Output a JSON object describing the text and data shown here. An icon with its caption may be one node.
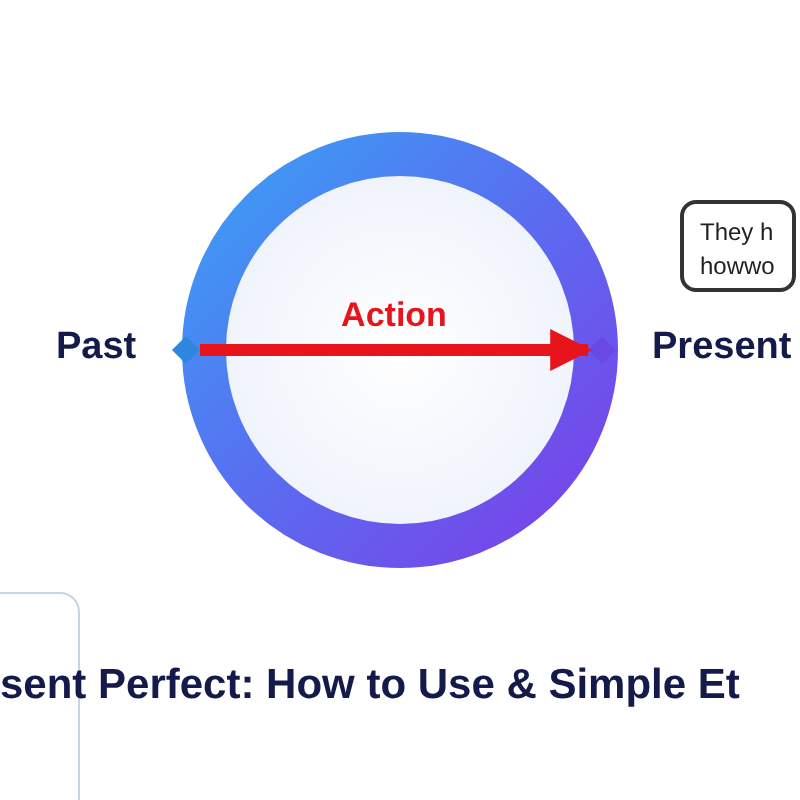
{
  "diagram": {
    "title": "sent Perfect: How to Use & Simple Et",
    "nodes": [
      {
        "text": [],
        "shape": "diamond"
      },
      {
        "text": [],
        "shape": "diamond"
      },
      {
        "text": [
          "They h howwo"
        ]
      },
      {
        "text": [],
        "shape": "box"
      }
    ],
    "edges": [
      {
        "from": 0,
        "to": 1,
        "arrow": "to",
        "label": "Action",
        "color": "#e8141c"
      }
    ],
    "labels": [
      "Past",
      "Present"
    ]
  }
}
